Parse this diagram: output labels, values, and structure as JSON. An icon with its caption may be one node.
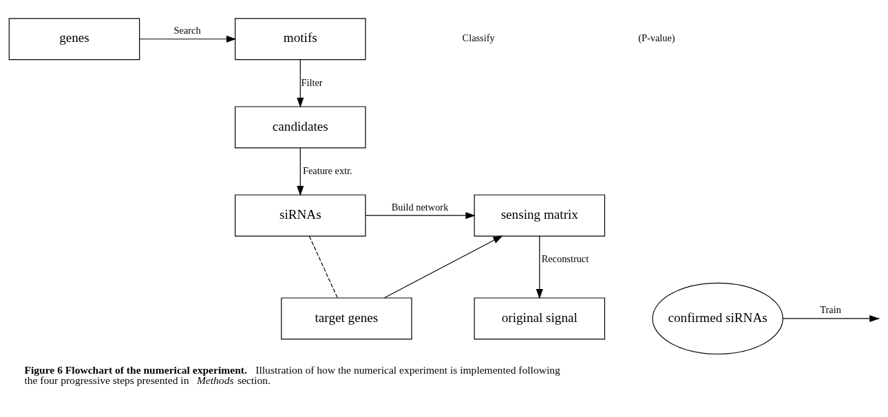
{
  "diagram": {
    "caption": "**Figure 6 Flowchart of the numerical experiment.** Illustration of how the numerical experiment is implemented following the four progressive steps presented in *Methods* section.",
    "nodes": [
      {
        "text": [
          "genes"
        ]
      },
      {
        "text": [
          "motifs"
        ]
      },
      {
        "text": [
          "candidates"
        ]
      },
      {
        "text": [
          "original signal"
        ]
      },
      {
        "text": [
          "confirmed siRNAs"
        ]
      },
      {
        "text": [
          "siRNAs"
        ]
      },
      {
        "text": [
          "sensing matrix"
        ]
      },
      {
        "text": [
          "target genes"
        ]
      }
    ],
    "edges": [
      {
        "from": 0,
        "to": 1,
        "arrow": "to",
        "label": "Search"
      },
      {
        "from": 1,
        "to": 2,
        "arrow": "to",
        "label": "Filter"
      },
      {
        "from": 2,
        "to": 5,
        "arrow": "to",
        "label": "Feature extr."
      },
      {
        "from": 4,
        "to": null,
        "arrow": "to",
        "label": "Train"
      },
      {
        "from": 5,
        "to": 6,
        "arrow": "to",
        "label": "Build network"
      },
      {
        "from": 7,
        "to": 6,
        "arrow": "to"
      },
      {
        "from": 5,
        "to": 7,
        "arrow": "none",
        "style": "dashed"
      },
      {
        "from": 6,
        "to": 3,
        "arrow": "to",
        "label": "Reconstruct"
      }
    ],
    "labels": [
      "Classify",
      "(P-value)"
    ]
  }
}
